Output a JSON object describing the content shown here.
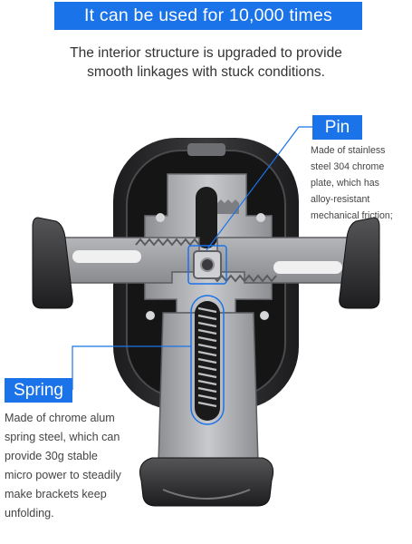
{
  "header": {
    "title": "It can be used for 10,000 times"
  },
  "subtitle": {
    "lines": [
      "The interior structure is upgraded to provide",
      "smooth linkages with stuck conditions."
    ]
  },
  "pin": {
    "label": "Pin",
    "description": [
      "Made of stainless",
      "steel 304 chrome",
      "plate, which has",
      "alloy-resistant",
      "mechanical friction;"
    ]
  },
  "spring": {
    "label": "Spring",
    "description": [
      "Made of chrome alum",
      "spring steel, which can",
      "provide 30g stable",
      "micro power to steadily",
      "make brackets keep",
      "unfolding."
    ]
  },
  "colors": {
    "accent": "#1a73e8",
    "text": "#333333",
    "product_dark": "#2b2b2d",
    "product_metal": "#a8a9ad"
  }
}
